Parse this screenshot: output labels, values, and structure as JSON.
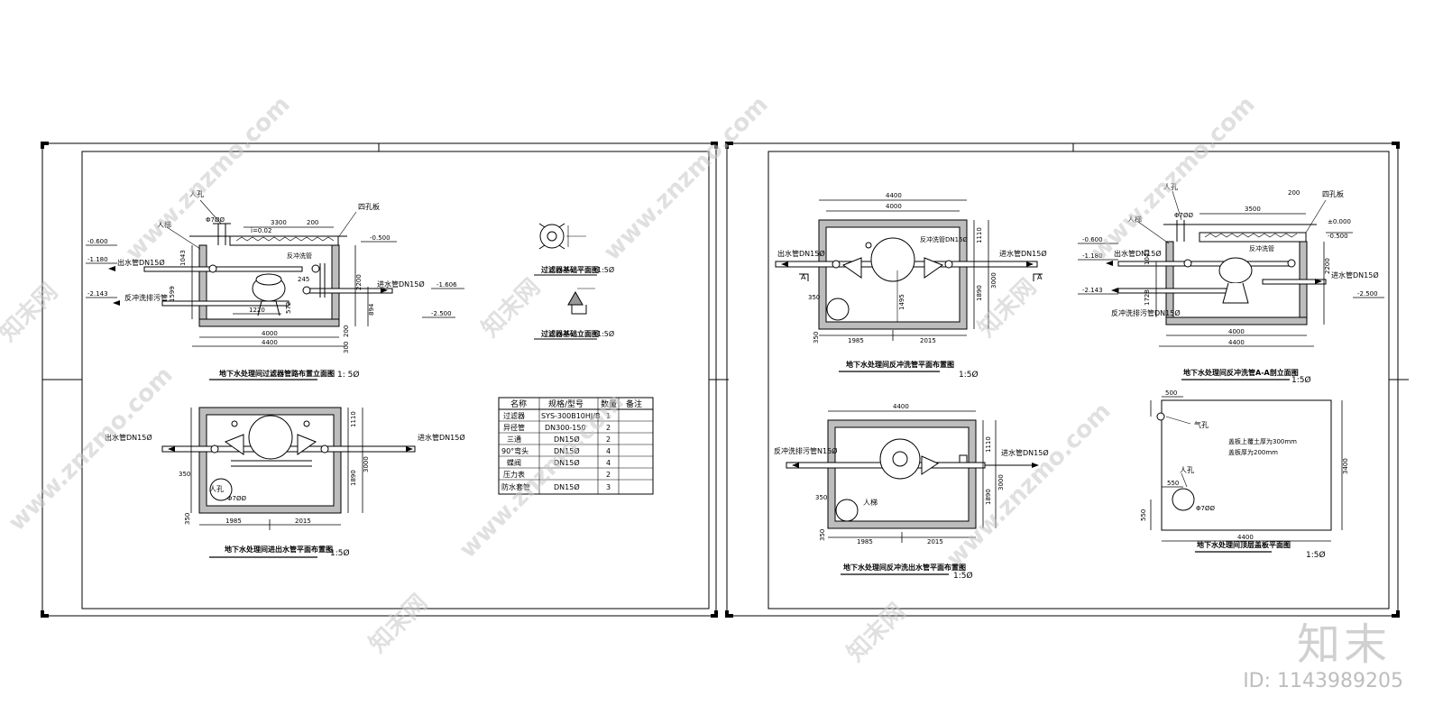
{
  "left_sheet": {
    "elev": {
      "title": "地下水处理间过滤器管路布置立面图",
      "scale": "1: 5Ø",
      "labels": {
        "manhole": "人孔",
        "ladder": "人梯",
        "fourhole": "四孔板",
        "outlet": "出水管DN15Ø",
        "backwash": "反冲洗排污管",
        "backwash2": "反冲洗管",
        "inlet": "进水管DN15Ø",
        "slope": "i=0.02",
        "phi": "Φ7ØØ"
      },
      "levels": [
        "-0.600",
        "-1.180",
        "-2.143",
        "-0.500",
        "-1.606",
        "-2.500"
      ],
      "dims": [
        "3300",
        "200",
        "1043",
        "1599",
        "1220",
        "572",
        "245",
        "2200",
        "894",
        "4000",
        "4400",
        "200",
        "300"
      ]
    },
    "detail1": {
      "title": "过滤器基础平面图",
      "scale": "1:5Ø"
    },
    "detail2": {
      "title": "过滤器基础立面图",
      "scale": "1:5Ø"
    },
    "plan": {
      "title": "地下水处理间进出水管平面布置图",
      "scale": "1:5Ø",
      "labels": {
        "outlet": "出水管DN15Ø",
        "inlet": "进水管DN15Ø",
        "manhole": "人孔",
        "phi": "Φ7ØØ"
      },
      "dims": [
        "1985",
        "2015",
        "350",
        "350",
        "1110",
        "3000",
        "1890"
      ]
    },
    "table": {
      "headers": [
        "名称",
        "规格/型号",
        "数量",
        "备注"
      ],
      "rows": [
        [
          "过滤器",
          "SYS-300B10HJ/B",
          "1",
          ""
        ],
        [
          "异径管",
          "DN300-150",
          "2",
          ""
        ],
        [
          "三通",
          "DN15Ø",
          "2",
          ""
        ],
        [
          "90°弯头",
          "DN15Ø",
          "4",
          ""
        ],
        [
          "蝶阀",
          "DN15Ø",
          "4",
          ""
        ],
        [
          "压力表",
          "",
          "2",
          ""
        ],
        [
          "防水套管",
          "DN15Ø",
          "3",
          ""
        ]
      ]
    }
  },
  "right_sheet": {
    "plan1": {
      "title": "地下水处理间反冲洗管平面布置图",
      "scale": "1:5Ø",
      "labels": {
        "outlet": "出水管DN15Ø",
        "inlet": "进水管DN15Ø",
        "backwash": "反冲洗管DN15Ø",
        "sec": "A"
      },
      "dims": [
        "4400",
        "4000",
        "350",
        "350",
        "1985",
        "2015",
        "1110",
        "1890",
        "3000",
        "1495"
      ]
    },
    "section": {
      "title": "地下水处理间反冲洗管A-A剖立面图",
      "scale": "1:5Ø",
      "labels": {
        "manhole": "人孔",
        "ladder": "人梯",
        "fourhole": "四孔板",
        "outlet": "出水管DN15Ø",
        "inlet": "进水管DN15Ø",
        "backwash": "反冲洗排污管DN15Ø",
        "backwash2": "反冲洗管",
        "phi": "Φ7ØØ"
      },
      "levels": [
        "±0.000",
        "-0.600",
        "-1.180",
        "-2.143",
        "-0.500",
        "-2.500"
      ],
      "dims": [
        "3500",
        "200",
        "1728",
        "1043",
        "2200",
        "4000",
        "4400"
      ]
    },
    "plan2": {
      "title": "地下水处理间反冲洗出水管平面布置图",
      "scale": "1:5Ø",
      "labels": {
        "backwash": "反冲洗排污管N15Ø",
        "inlet": "进水管DN15Ø",
        "ladder": "人梯"
      },
      "dims": [
        "4400",
        "350",
        "350",
        "1985",
        "2015",
        "1110",
        "1890",
        "3000"
      ]
    },
    "roof": {
      "title": "地下水处理间顶层盖板平面图",
      "scale": "1:5Ø",
      "labels": {
        "vent": "气孔",
        "manhole": "人孔",
        "note1": "盖板上覆土厚为300mm",
        "note2": "盖板厚为200mm",
        "phi": "Φ7ØØ"
      },
      "dims": [
        "500",
        "550",
        "550",
        "4400",
        "3400"
      ]
    }
  },
  "watermarks": {
    "site": "www.znzmo.com",
    "brand_cn": "知末网"
  },
  "brand": "知末",
  "id_text": "ID: 1143989205"
}
